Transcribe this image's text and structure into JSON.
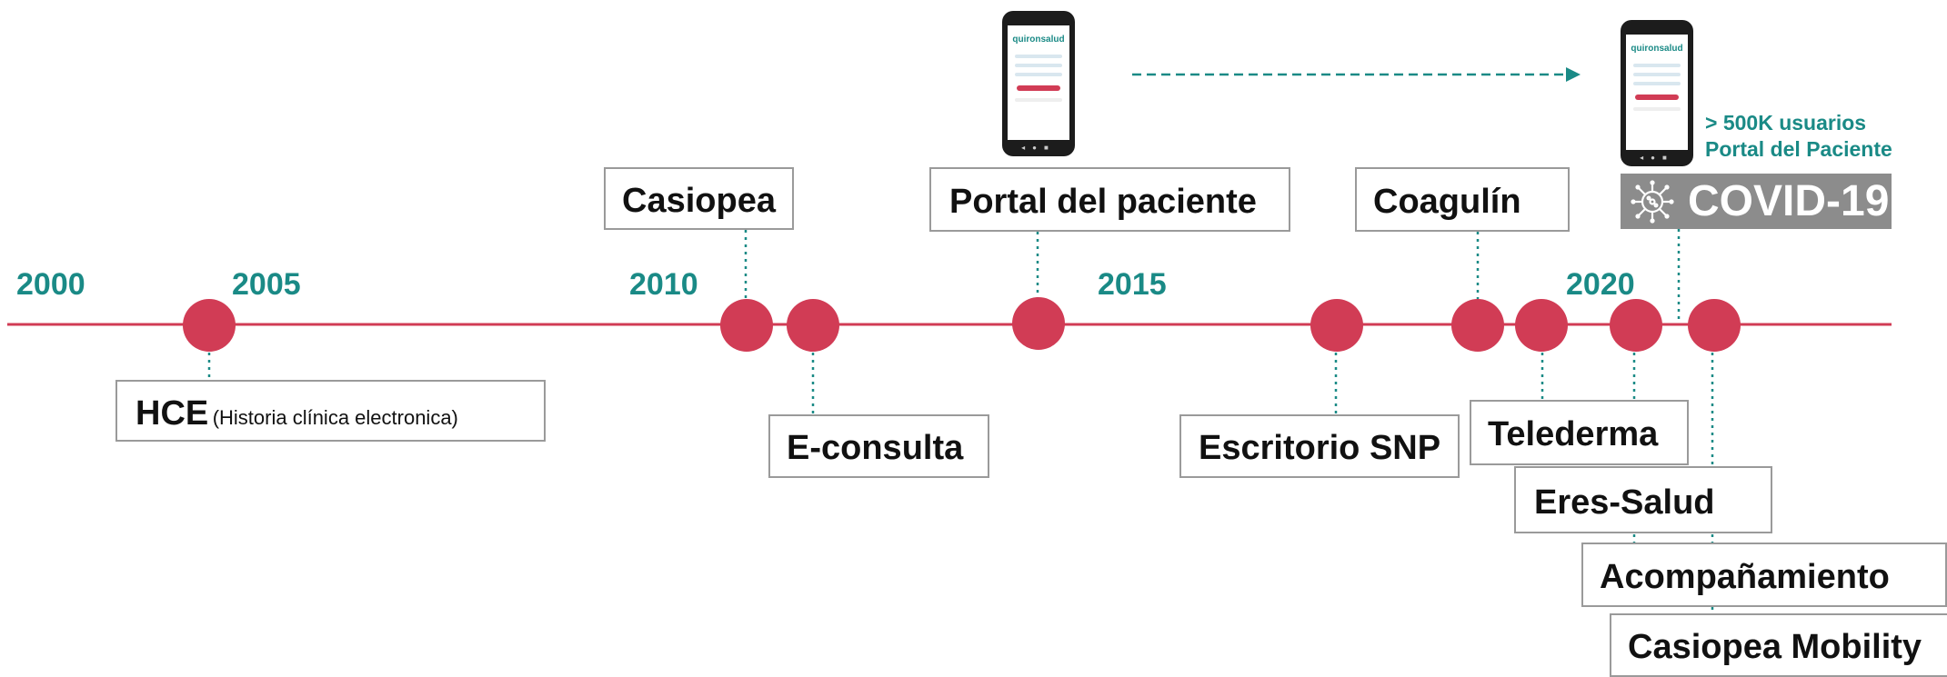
{
  "years": [
    "2000",
    "2005",
    "2010",
    "2015",
    "2020"
  ],
  "events": [
    {
      "key": "hce",
      "label": "HCE",
      "sublabel": "(Historia clínica electronica)"
    },
    {
      "key": "casiopea",
      "label": "Casiopea"
    },
    {
      "key": "e-consulta",
      "label": "E-consulta"
    },
    {
      "key": "portal",
      "label": "Portal del paciente"
    },
    {
      "key": "escritorio",
      "label": "Escritorio SNP"
    },
    {
      "key": "coagulin",
      "label": "Coagulín"
    },
    {
      "key": "telederma",
      "label": "Telederma"
    },
    {
      "key": "eres-salud",
      "label": "Eres-Salud"
    },
    {
      "key": "acompanamiento",
      "label": "Acompañamiento"
    },
    {
      "key": "casiopea-mobility",
      "label": "Casiopea Mobility"
    }
  ],
  "covid": {
    "label": "COVID-19",
    "icon": "virus-icon"
  },
  "users_note": {
    "line1": "> 500K usuarios",
    "line2": "Portal del Paciente"
  },
  "phone": {
    "brand": "quironsalud"
  },
  "colors": {
    "timeline": "#d13c55",
    "accent": "#1a8a86",
    "box_border": "#9a9a9a",
    "covid_bg": "#8c8c8c"
  }
}
